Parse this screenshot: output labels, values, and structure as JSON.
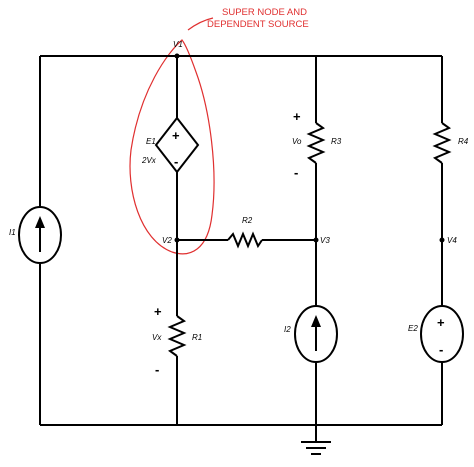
{
  "annotation": {
    "line1": "SUPER NODE AND",
    "line2": "DEPENDENT SOURCE",
    "color": "#e03030"
  },
  "nodes": {
    "v1": "V1",
    "v2": "V2",
    "v3": "V3",
    "v4": "V4"
  },
  "components": {
    "e1": "E1",
    "e1_value": "2Vx",
    "r1": "R1",
    "r2": "R2",
    "r3": "R3",
    "r4": "R4",
    "i1": "I1",
    "i2": "I2",
    "e2": "E2",
    "vx": "Vx",
    "vo": "Vo"
  },
  "signs": {
    "plus": "+",
    "minus": "-"
  }
}
